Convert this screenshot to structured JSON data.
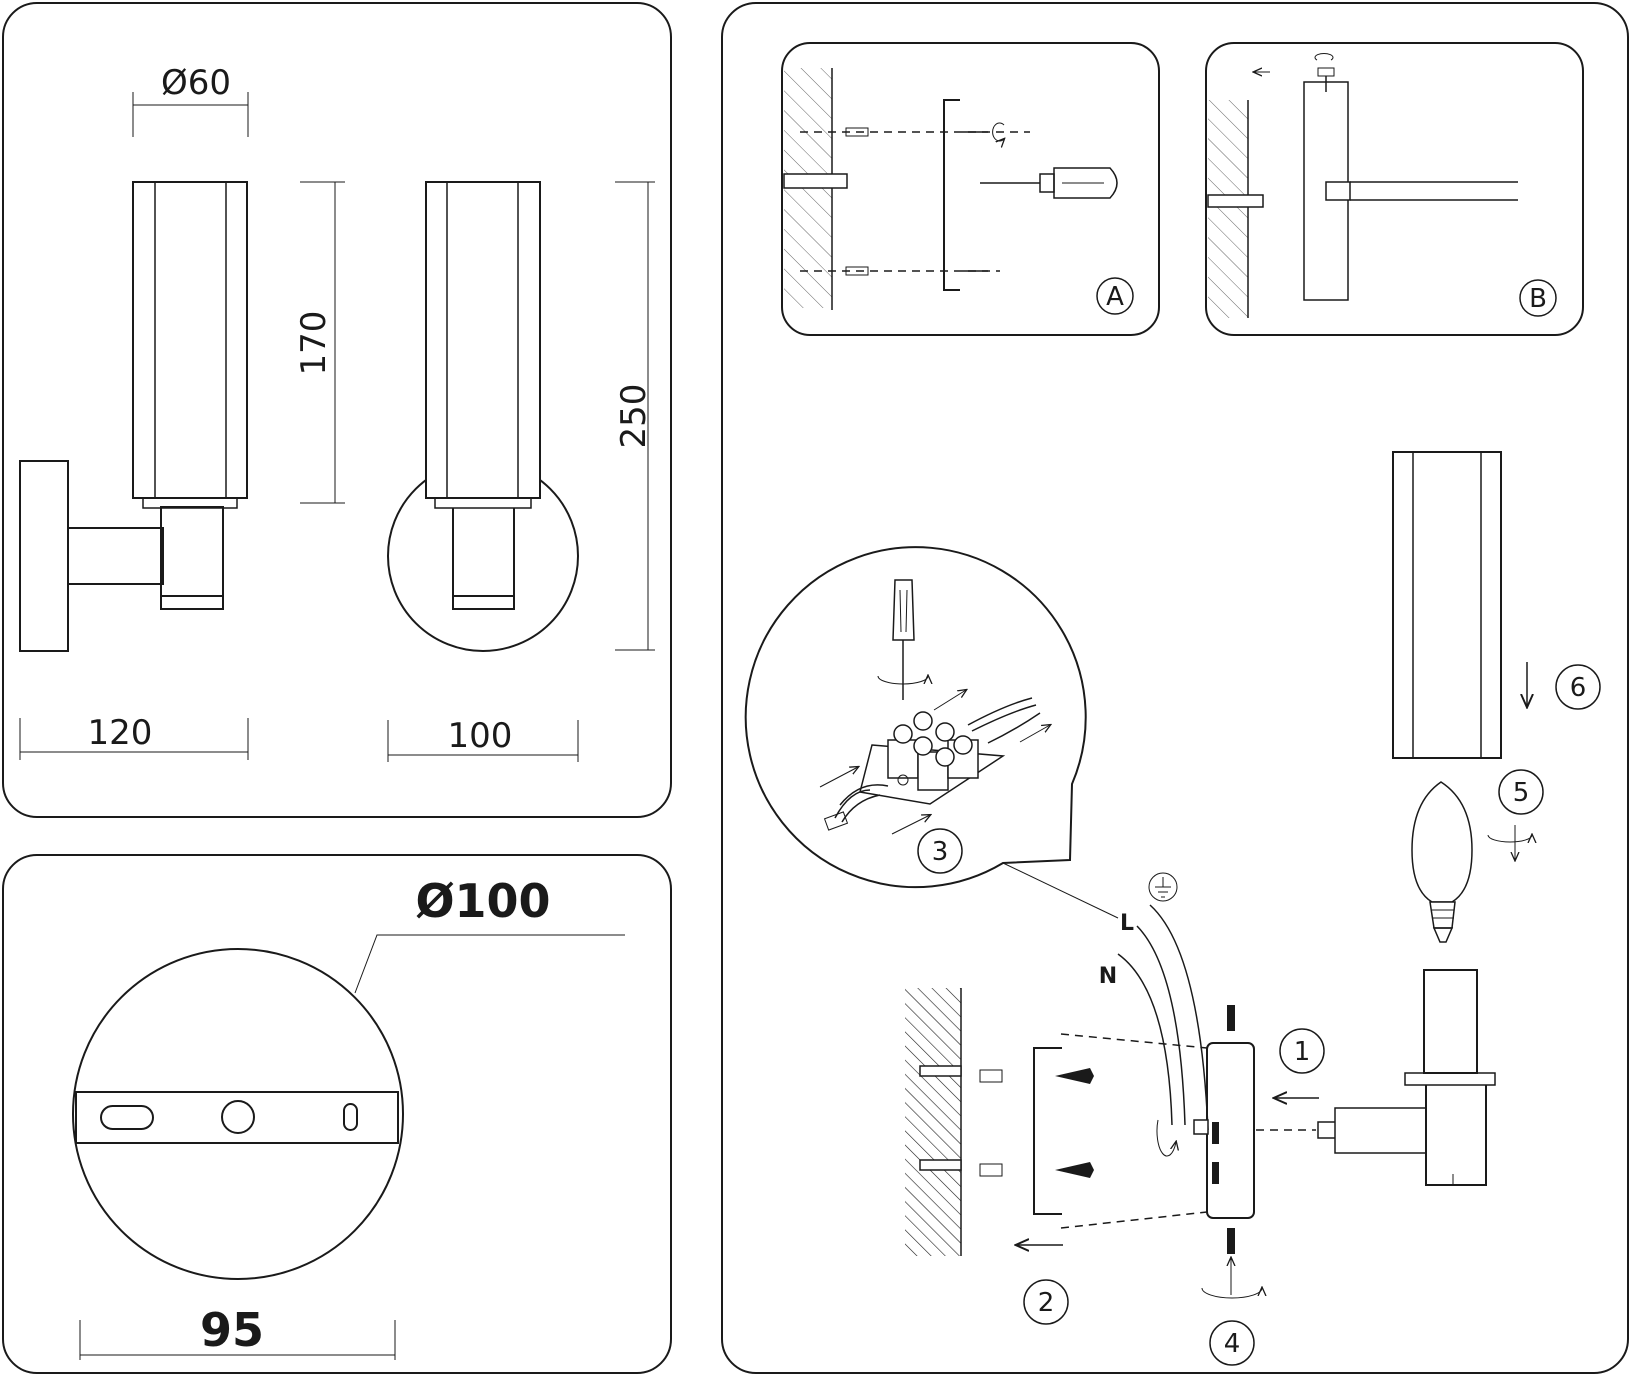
{
  "dimensions": {
    "diameter_60": "Ø60",
    "height_170": "170",
    "height_250": "250",
    "depth_120": "120",
    "width_100": "100",
    "base_diameter_100": "Ø100",
    "plate_95": "95"
  },
  "details": {
    "a": "A",
    "b": "B"
  },
  "steps": {
    "s1": "1",
    "s2": "2",
    "s3": "3",
    "s4": "4",
    "s5": "5",
    "s6": "6"
  },
  "wires": {
    "live": "L",
    "neutral": "N"
  },
  "icons": {
    "ground": "ground-icon",
    "screwdriver": "screwdriver-icon",
    "rotate": "rotate-icon",
    "arrow": "arrow-icon",
    "bulb": "bulb-icon",
    "terminal_block": "terminal-block-icon"
  }
}
